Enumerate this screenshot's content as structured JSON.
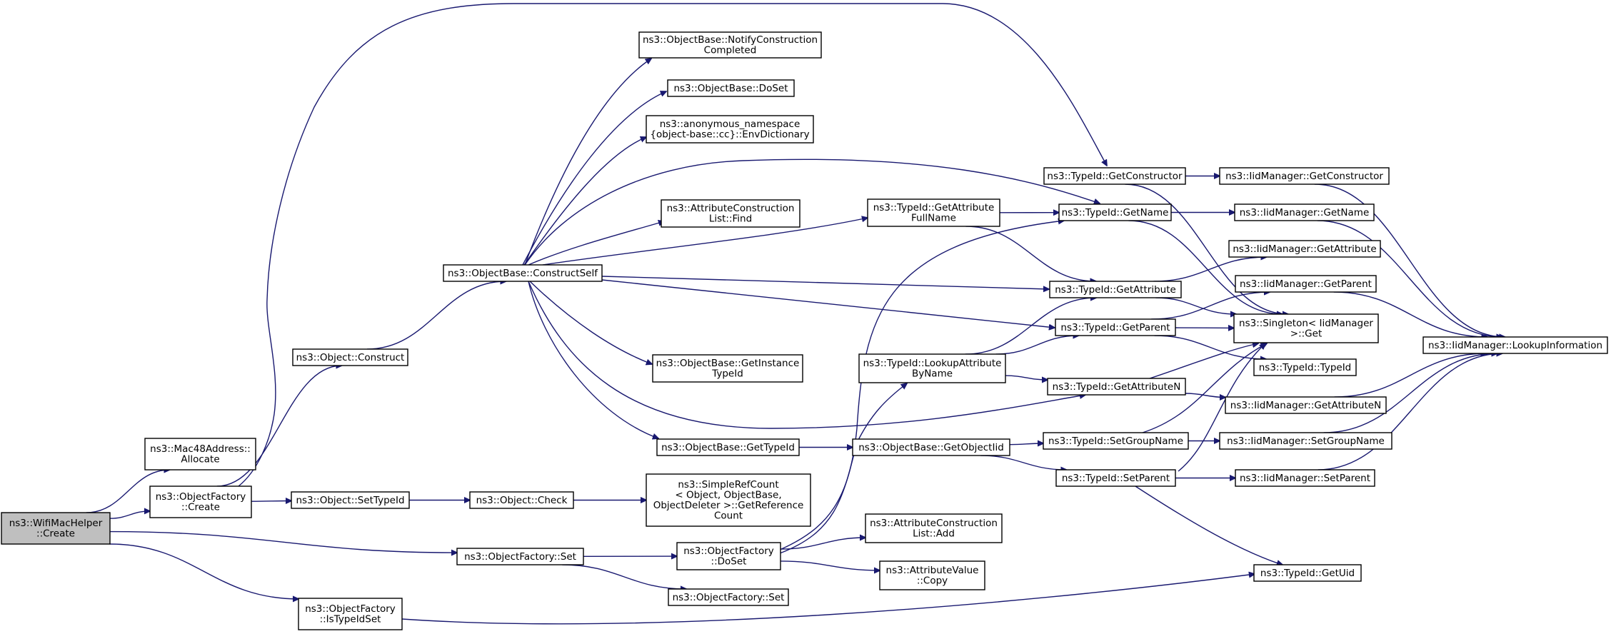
{
  "nodes": [
    {
      "id": "wifi",
      "lines": [
        "ns3::WifiMacHelper",
        "::Create"
      ],
      "root": true
    },
    {
      "id": "mac48",
      "lines": [
        "ns3::Mac48Address::",
        "Allocate"
      ]
    },
    {
      "id": "ofCreate",
      "lines": [
        "ns3::ObjectFactory",
        "::Create"
      ]
    },
    {
      "id": "ofSet",
      "lines": [
        "ns3::ObjectFactory::Set"
      ]
    },
    {
      "id": "ofIsTypeIdSet",
      "lines": [
        "ns3::ObjectFactory",
        "::IsTypeIdSet"
      ]
    },
    {
      "id": "objConstruct",
      "lines": [
        "ns3::Object::Construct"
      ]
    },
    {
      "id": "objSetTypeId",
      "lines": [
        "ns3::Object::SetTypeId"
      ]
    },
    {
      "id": "objCheck",
      "lines": [
        "ns3::Object::Check"
      ]
    },
    {
      "id": "simpleRef",
      "lines": [
        "ns3::SimpleRefCount",
        "< Object, ObjectBase,",
        "ObjectDeleter >::GetReference",
        "Count"
      ]
    },
    {
      "id": "constructSelf",
      "lines": [
        "ns3::ObjectBase::ConstructSelf"
      ]
    },
    {
      "id": "notify",
      "lines": [
        "ns3::ObjectBase::NotifyConstruction",
        "Completed"
      ]
    },
    {
      "id": "doSetOB",
      "lines": [
        "ns3::ObjectBase::DoSet"
      ]
    },
    {
      "id": "envDict",
      "lines": [
        "ns3::anonymous_namespace",
        "{object-base::cc}::EnvDictionary"
      ]
    },
    {
      "id": "aclFind",
      "lines": [
        "ns3::AttributeConstruction",
        "List::Find"
      ]
    },
    {
      "id": "getInstTid",
      "lines": [
        "ns3::ObjectBase::GetInstance",
        "TypeId"
      ]
    },
    {
      "id": "obGetTypeId",
      "lines": [
        "ns3::ObjectBase::GetTypeId"
      ]
    },
    {
      "id": "ofDoSet",
      "lines": [
        "ns3::ObjectFactory",
        "::DoSet"
      ]
    },
    {
      "id": "ofSet2",
      "lines": [
        "ns3::ObjectFactory::Set"
      ]
    },
    {
      "id": "getAttrFull",
      "lines": [
        "ns3::TypeId::GetAttribute",
        "FullName"
      ]
    },
    {
      "id": "lookupAttr",
      "lines": [
        "ns3::TypeId::LookupAttribute",
        "ByName"
      ]
    },
    {
      "id": "obGetObjectIid",
      "lines": [
        "ns3::ObjectBase::GetObjectIid"
      ]
    },
    {
      "id": "aclAdd",
      "lines": [
        "ns3::AttributeConstruction",
        "List::Add"
      ]
    },
    {
      "id": "avCopy",
      "lines": [
        "ns3::AttributeValue",
        "::Copy"
      ]
    },
    {
      "id": "tidGetConstructor",
      "lines": [
        "ns3::TypeId::GetConstructor"
      ]
    },
    {
      "id": "tidGetName",
      "lines": [
        "ns3::TypeId::GetName"
      ]
    },
    {
      "id": "tidGetAttribute",
      "lines": [
        "ns3::TypeId::GetAttribute"
      ]
    },
    {
      "id": "tidGetParent",
      "lines": [
        "ns3::TypeId::GetParent"
      ]
    },
    {
      "id": "tidGetAttributeN",
      "lines": [
        "ns3::TypeId::GetAttributeN"
      ]
    },
    {
      "id": "tidSetGroupName",
      "lines": [
        "ns3::TypeId::SetGroupName"
      ]
    },
    {
      "id": "tidSetParent",
      "lines": [
        "ns3::TypeId::SetParent"
      ]
    },
    {
      "id": "iidGetConstructor",
      "lines": [
        "ns3::IidManager::GetConstructor"
      ]
    },
    {
      "id": "iidGetName",
      "lines": [
        "ns3::IidManager::GetName"
      ]
    },
    {
      "id": "iidGetAttribute",
      "lines": [
        "ns3::IidManager::GetAttribute"
      ]
    },
    {
      "id": "iidGetParent",
      "lines": [
        "ns3::IidManager::GetParent"
      ]
    },
    {
      "id": "singleton",
      "lines": [
        "ns3::Singleton< IidManager",
        ">::Get"
      ]
    },
    {
      "id": "tidTypeId",
      "lines": [
        "ns3::TypeId::TypeId"
      ]
    },
    {
      "id": "iidGetAttributeN",
      "lines": [
        "ns3::IidManager::GetAttributeN"
      ]
    },
    {
      "id": "iidSetGroupName",
      "lines": [
        "ns3::IidManager::SetGroupName"
      ]
    },
    {
      "id": "iidSetParent",
      "lines": [
        "ns3::IidManager::SetParent"
      ]
    },
    {
      "id": "tidGetUid",
      "lines": [
        "ns3::TypeId::GetUid"
      ]
    },
    {
      "id": "iidLookup",
      "lines": [
        "ns3::IidManager::LookupInformation"
      ]
    }
  ],
  "edges": [
    [
      "wifi",
      "mac48"
    ],
    [
      "wifi",
      "ofCreate"
    ],
    [
      "wifi",
      "ofSet"
    ],
    [
      "wifi",
      "ofIsTypeIdSet"
    ],
    [
      "ofCreate",
      "objConstruct"
    ],
    [
      "ofCreate",
      "objSetTypeId"
    ],
    [
      "ofCreate",
      "tidGetConstructor"
    ],
    [
      "objConstruct",
      "constructSelf"
    ],
    [
      "objSetTypeId",
      "objCheck"
    ],
    [
      "objCheck",
      "simpleRef"
    ],
    [
      "constructSelf",
      "notify"
    ],
    [
      "constructSelf",
      "doSetOB"
    ],
    [
      "constructSelf",
      "envDict"
    ],
    [
      "constructSelf",
      "aclFind"
    ],
    [
      "constructSelf",
      "getAttrFull"
    ],
    [
      "constructSelf",
      "tidGetName"
    ],
    [
      "constructSelf",
      "tidGetAttribute"
    ],
    [
      "constructSelf",
      "tidGetParent"
    ],
    [
      "constructSelf",
      "getInstTid"
    ],
    [
      "constructSelf",
      "obGetTypeId"
    ],
    [
      "constructSelf",
      "tidGetAttributeN"
    ],
    [
      "ofSet",
      "ofDoSet"
    ],
    [
      "ofSet",
      "ofSet2"
    ],
    [
      "ofDoSet",
      "lookupAttr"
    ],
    [
      "ofDoSet",
      "tidGetName"
    ],
    [
      "ofDoSet",
      "aclAdd"
    ],
    [
      "ofDoSet",
      "avCopy"
    ],
    [
      "obGetTypeId",
      "obGetObjectIid"
    ],
    [
      "obGetObjectIid",
      "tidSetGroupName"
    ],
    [
      "obGetObjectIid",
      "tidSetParent"
    ],
    [
      "getAttrFull",
      "tidGetName"
    ],
    [
      "getAttrFull",
      "tidGetAttribute"
    ],
    [
      "lookupAttr",
      "tidGetAttribute"
    ],
    [
      "lookupAttr",
      "tidGetParent"
    ],
    [
      "lookupAttr",
      "tidGetAttributeN"
    ],
    [
      "ofIsTypeIdSet",
      "tidGetUid"
    ],
    [
      "tidGetConstructor",
      "iidGetConstructor"
    ],
    [
      "tidGetConstructor",
      "singleton"
    ],
    [
      "tidGetName",
      "iidGetName"
    ],
    [
      "tidGetName",
      "singleton"
    ],
    [
      "tidGetAttribute",
      "iidGetAttribute"
    ],
    [
      "tidGetAttribute",
      "singleton"
    ],
    [
      "tidGetParent",
      "iidGetParent"
    ],
    [
      "tidGetParent",
      "singleton"
    ],
    [
      "tidGetParent",
      "tidTypeId"
    ],
    [
      "tidGetAttributeN",
      "iidGetAttributeN"
    ],
    [
      "tidGetAttributeN",
      "singleton"
    ],
    [
      "tidSetGroupName",
      "iidSetGroupName"
    ],
    [
      "tidSetGroupName",
      "singleton"
    ],
    [
      "tidSetParent",
      "iidSetParent"
    ],
    [
      "tidSetParent",
      "singleton"
    ],
    [
      "tidSetParent",
      "tidGetUid"
    ],
    [
      "iidGetConstructor",
      "iidLookup"
    ],
    [
      "iidGetName",
      "iidLookup"
    ],
    [
      "iidGetParent",
      "iidLookup"
    ],
    [
      "iidGetAttributeN",
      "iidLookup"
    ],
    [
      "iidSetGroupName",
      "iidLookup"
    ],
    [
      "iidSetParent",
      "iidLookup"
    ]
  ]
}
